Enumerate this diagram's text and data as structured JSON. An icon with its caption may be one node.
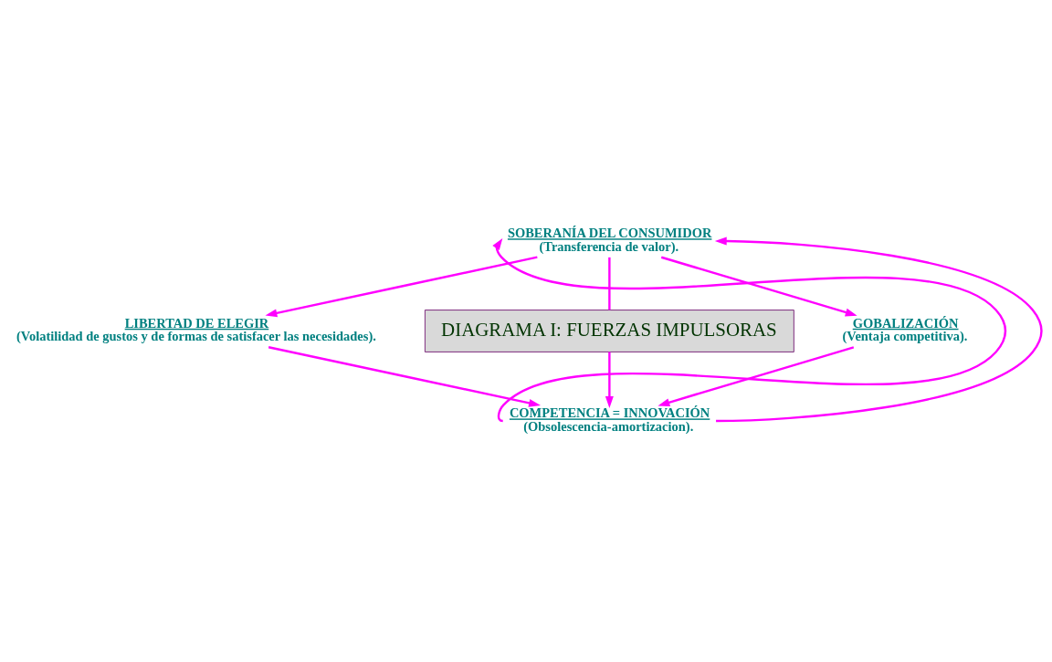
{
  "diagram": {
    "nodes": [
      {
        "text": [
          "SOBERANÍA DEL CONSUMIDOR",
          "(Transferencia de valor)."
        ]
      },
      {
        "text": [
          "LIBERTAD DE ELEGIR",
          "(Volatilidad de gustos y de formas de satisfacer las necesidades)."
        ]
      },
      {
        "text": [
          "DIAGRAMA I: FUERZAS IMPULSORAS"
        ]
      },
      {
        "text": [
          "GOBALIZACIÓN",
          "(Ventaja competitiva)."
        ]
      },
      {
        "text": [
          "COMPETENCIA = INNOVACIÓN",
          "(Obsolescencia-amortizacion)."
        ]
      }
    ],
    "edges": [
      {
        "from": 0,
        "to": 1,
        "arrow": "to"
      },
      {
        "from": 0,
        "to": 2,
        "arrow": "none"
      },
      {
        "from": 0,
        "to": 3,
        "arrow": "to"
      },
      {
        "from": 1,
        "to": 4,
        "arrow": "to"
      },
      {
        "from": 2,
        "to": 4,
        "arrow": "to"
      },
      {
        "from": 3,
        "to": 4,
        "arrow": "to"
      },
      {
        "from": 4,
        "to": 0,
        "arrow": "to"
      },
      {
        "from": 4,
        "to": 0,
        "arrow": "to"
      }
    ]
  }
}
